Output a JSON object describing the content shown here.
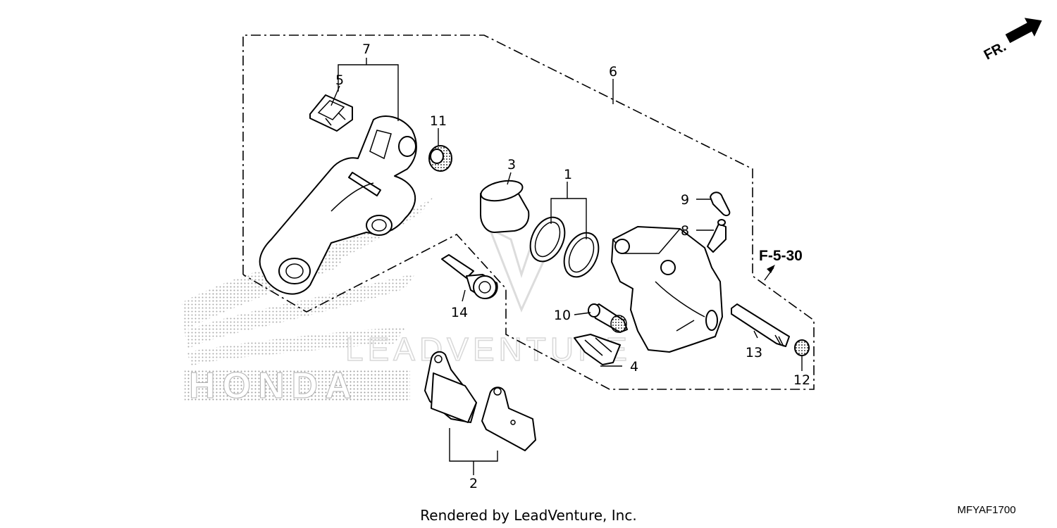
{
  "diagram": {
    "callouts": {
      "c1": "1",
      "c2": "2",
      "c3": "3",
      "c4": "4",
      "c5": "5",
      "c6": "6",
      "c7": "7",
      "c8": "8",
      "c9": "9",
      "c10": "10",
      "c11": "11",
      "c12": "12",
      "c13": "13",
      "c14": "14"
    },
    "reference": "F-5-30",
    "direction_label": "FR.",
    "watermark_text": "LEADVENTURE",
    "brand_watermark": "HONDA"
  },
  "footer": {
    "rendered_by": "Rendered by LeadVenture, Inc.",
    "diagram_code": "MFYAF1700"
  }
}
